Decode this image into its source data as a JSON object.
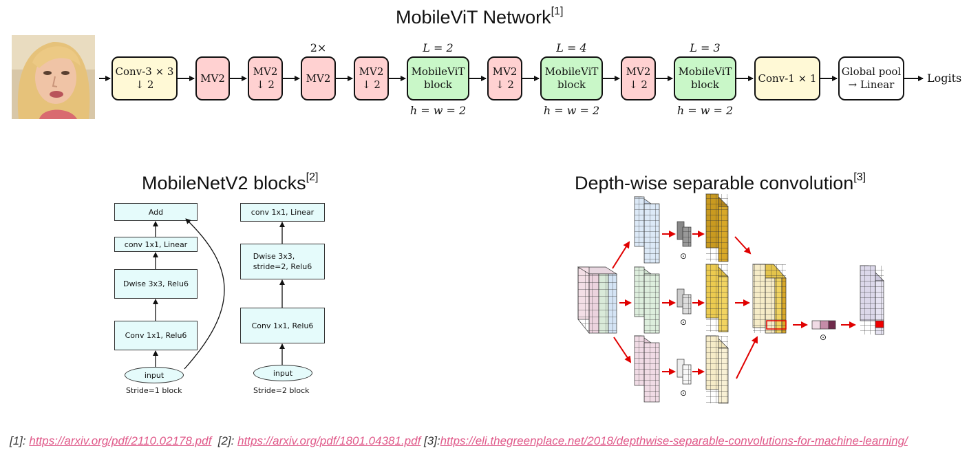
{
  "top": {
    "title": "MobileViT Network",
    "title_ref": "[1]",
    "blocks": [
      {
        "label": "Conv-3 × 3\n↓ 2"
      },
      {
        "label": "MV2"
      },
      {
        "label": "MV2\n↓ 2"
      },
      {
        "label": "MV2"
      },
      {
        "label": "MV2\n↓ 2"
      },
      {
        "label": "MobileViT\nblock"
      },
      {
        "label": "MV2\n↓ 2"
      },
      {
        "label": "MobileViT\nblock"
      },
      {
        "label": "MV2\n↓ 2"
      },
      {
        "label": "MobileViT\nblock"
      },
      {
        "label": "Conv-1 × 1"
      },
      {
        "label": "Global pool\n→ Linear"
      }
    ],
    "repeat": "2×",
    "L_labels": [
      "L = 2",
      "L = 4",
      "L = 3"
    ],
    "hw_labels": [
      "h = w = 2",
      "h = w = 2",
      "h = w = 2"
    ],
    "output": "Logits",
    "colors": {
      "conv": "#fff9d6",
      "mv2": "#ffd1d1",
      "vit": "#c9f7c8"
    }
  },
  "mnv2": {
    "title": "MobileNetV2 blocks",
    "title_ref": "[2]",
    "left": {
      "boxes": [
        "Add",
        "conv 1x1, Linear",
        "Dwise 3x3, Relu6",
        "Conv 1x1, Relu6"
      ],
      "input": "input",
      "caption": "Stride=1 block"
    },
    "right": {
      "boxes": [
        "conv 1x1, Linear",
        "Dwise 3x3,\nstride=2, Relu6",
        "Conv 1x1, Relu6"
      ],
      "input": "input",
      "caption": "Stride=2 block"
    }
  },
  "dw": {
    "title": "Depth-wise separable convolution",
    "title_ref": "[3]",
    "odot": "⊙"
  },
  "refs": {
    "r1_label": "[1]: ",
    "r1_url": "https://arxiv.org/pdf/2110.02178.pdf",
    "r2_label": "[2]: ",
    "r2_url": "https://arxiv.org/pdf/1801.04381.pdf",
    "r3_label": "[3]:",
    "r3_url": "https://eli.thegreenplace.net/2018/depthwise-separable-convolutions-for-machine-learning/"
  }
}
